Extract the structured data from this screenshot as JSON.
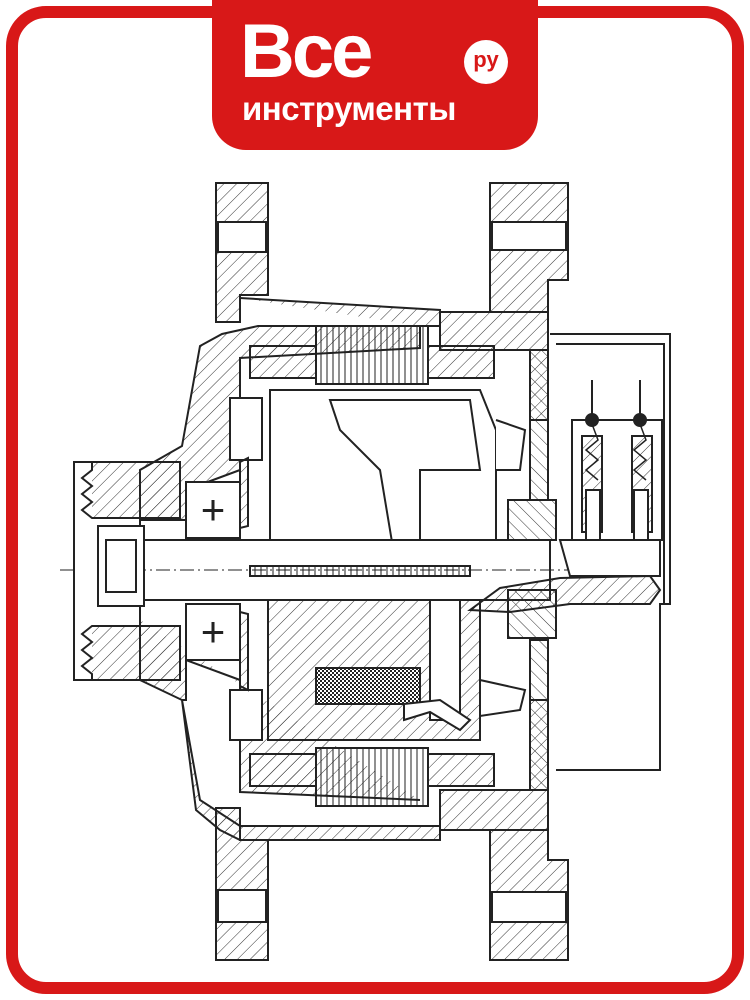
{
  "logo": {
    "line1": "Все",
    "line2": "инструменты",
    "badge": "ру"
  },
  "diagram": {
    "plus_top": "+",
    "plus_bottom": "+"
  },
  "colors": {
    "brand_red": "#d81818",
    "line": "#222222",
    "background": "#ffffff"
  }
}
